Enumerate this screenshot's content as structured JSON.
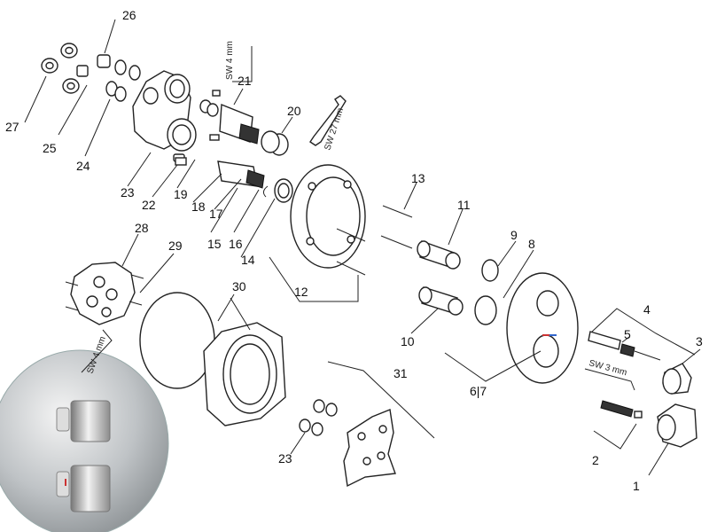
{
  "callouts": [
    "1",
    "2",
    "3",
    "4",
    "5",
    "6|7",
    "8",
    "9",
    "10",
    "11",
    "12",
    "13",
    "14",
    "15",
    "16",
    "17",
    "18",
    "19",
    "20",
    "21",
    "22",
    "23",
    "24",
    "25",
    "26",
    "27",
    "28",
    "29",
    "30",
    "31",
    "23"
  ],
  "tools": [
    "SW 4 mm",
    "SW 27 mm",
    "SW 3 mm",
    "SW 4 mm"
  ]
}
